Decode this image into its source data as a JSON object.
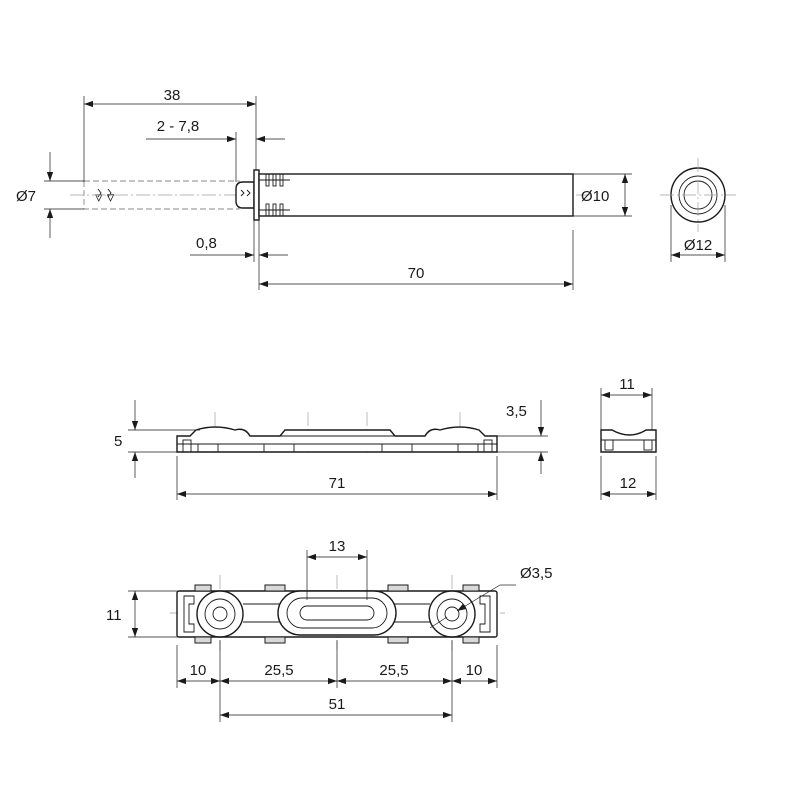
{
  "dimensions": {
    "d_38": "38",
    "d_2_78": "2 - 7,8",
    "d_dia7": "Ø7",
    "d_08": "0,8",
    "d_70": "70",
    "d_dia10": "Ø10",
    "d_dia12": "Ø12",
    "d_5": "5",
    "d_35": "3,5",
    "d_71": "71",
    "d_11_side": "11",
    "d_12_side": "12",
    "d_13": "13",
    "d_dia35": "Ø3,5",
    "d_11_front": "11",
    "d_10_left": "10",
    "d_255_left": "25,5",
    "d_255_right": "25,5",
    "d_10_right": "10",
    "d_51": "51"
  }
}
